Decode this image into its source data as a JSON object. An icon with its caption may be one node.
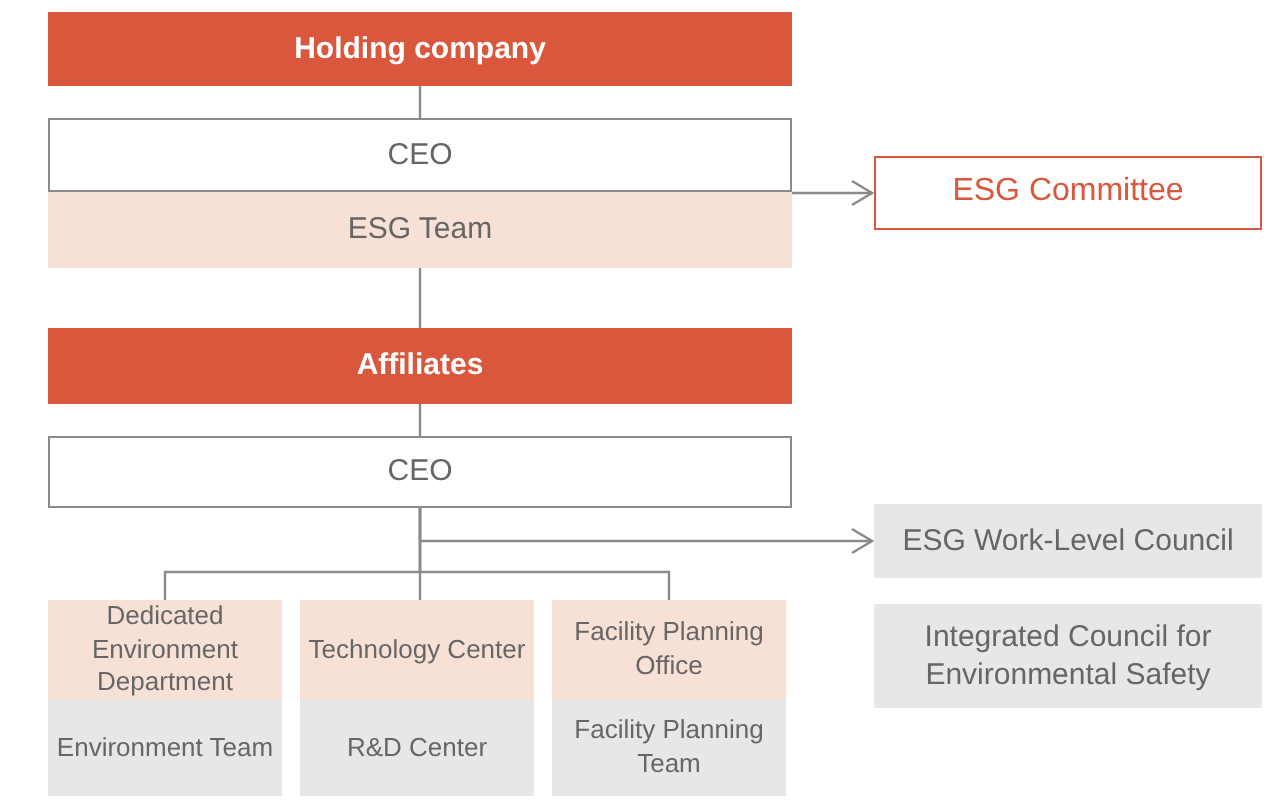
{
  "diagram": {
    "nodes": [
      {
        "text": [
          "Holding company"
        ]
      },
      {
        "text": [
          "CEO"
        ]
      },
      {
        "text": [
          "ESG Team"
        ]
      },
      {
        "text": [
          "ESG Committee"
        ]
      },
      {
        "text": [
          "Affiliates"
        ]
      },
      {
        "text": [
          "CEO"
        ]
      },
      {
        "text": [
          "ESG Work-Level Council"
        ]
      },
      {
        "text": [
          "Integrated Council for Environmental Safety"
        ]
      },
      {
        "text": [
          "Dedicated Environment Department"
        ]
      },
      {
        "text": [
          "Environment Team"
        ]
      },
      {
        "text": [
          "Technology Center"
        ]
      },
      {
        "text": [
          "R&D Center"
        ]
      },
      {
        "text": [
          "Facility Planning Office"
        ]
      },
      {
        "text": [
          "Facility Planning Team"
        ]
      }
    ],
    "edges": [
      {
        "from": 0,
        "to": 1,
        "arrow": "none"
      },
      {
        "from": 1,
        "to": 3,
        "arrow": "to"
      },
      {
        "from": 2,
        "to": 4,
        "arrow": "none"
      },
      {
        "from": 4,
        "to": 5,
        "arrow": "none"
      },
      {
        "from": 5,
        "to": 6,
        "arrow": "to"
      },
      {
        "from": 5,
        "to": 8,
        "arrow": "none"
      },
      {
        "from": 5,
        "to": 10,
        "arrow": "none"
      },
      {
        "from": 5,
        "to": 12,
        "arrow": "none"
      }
    ]
  }
}
